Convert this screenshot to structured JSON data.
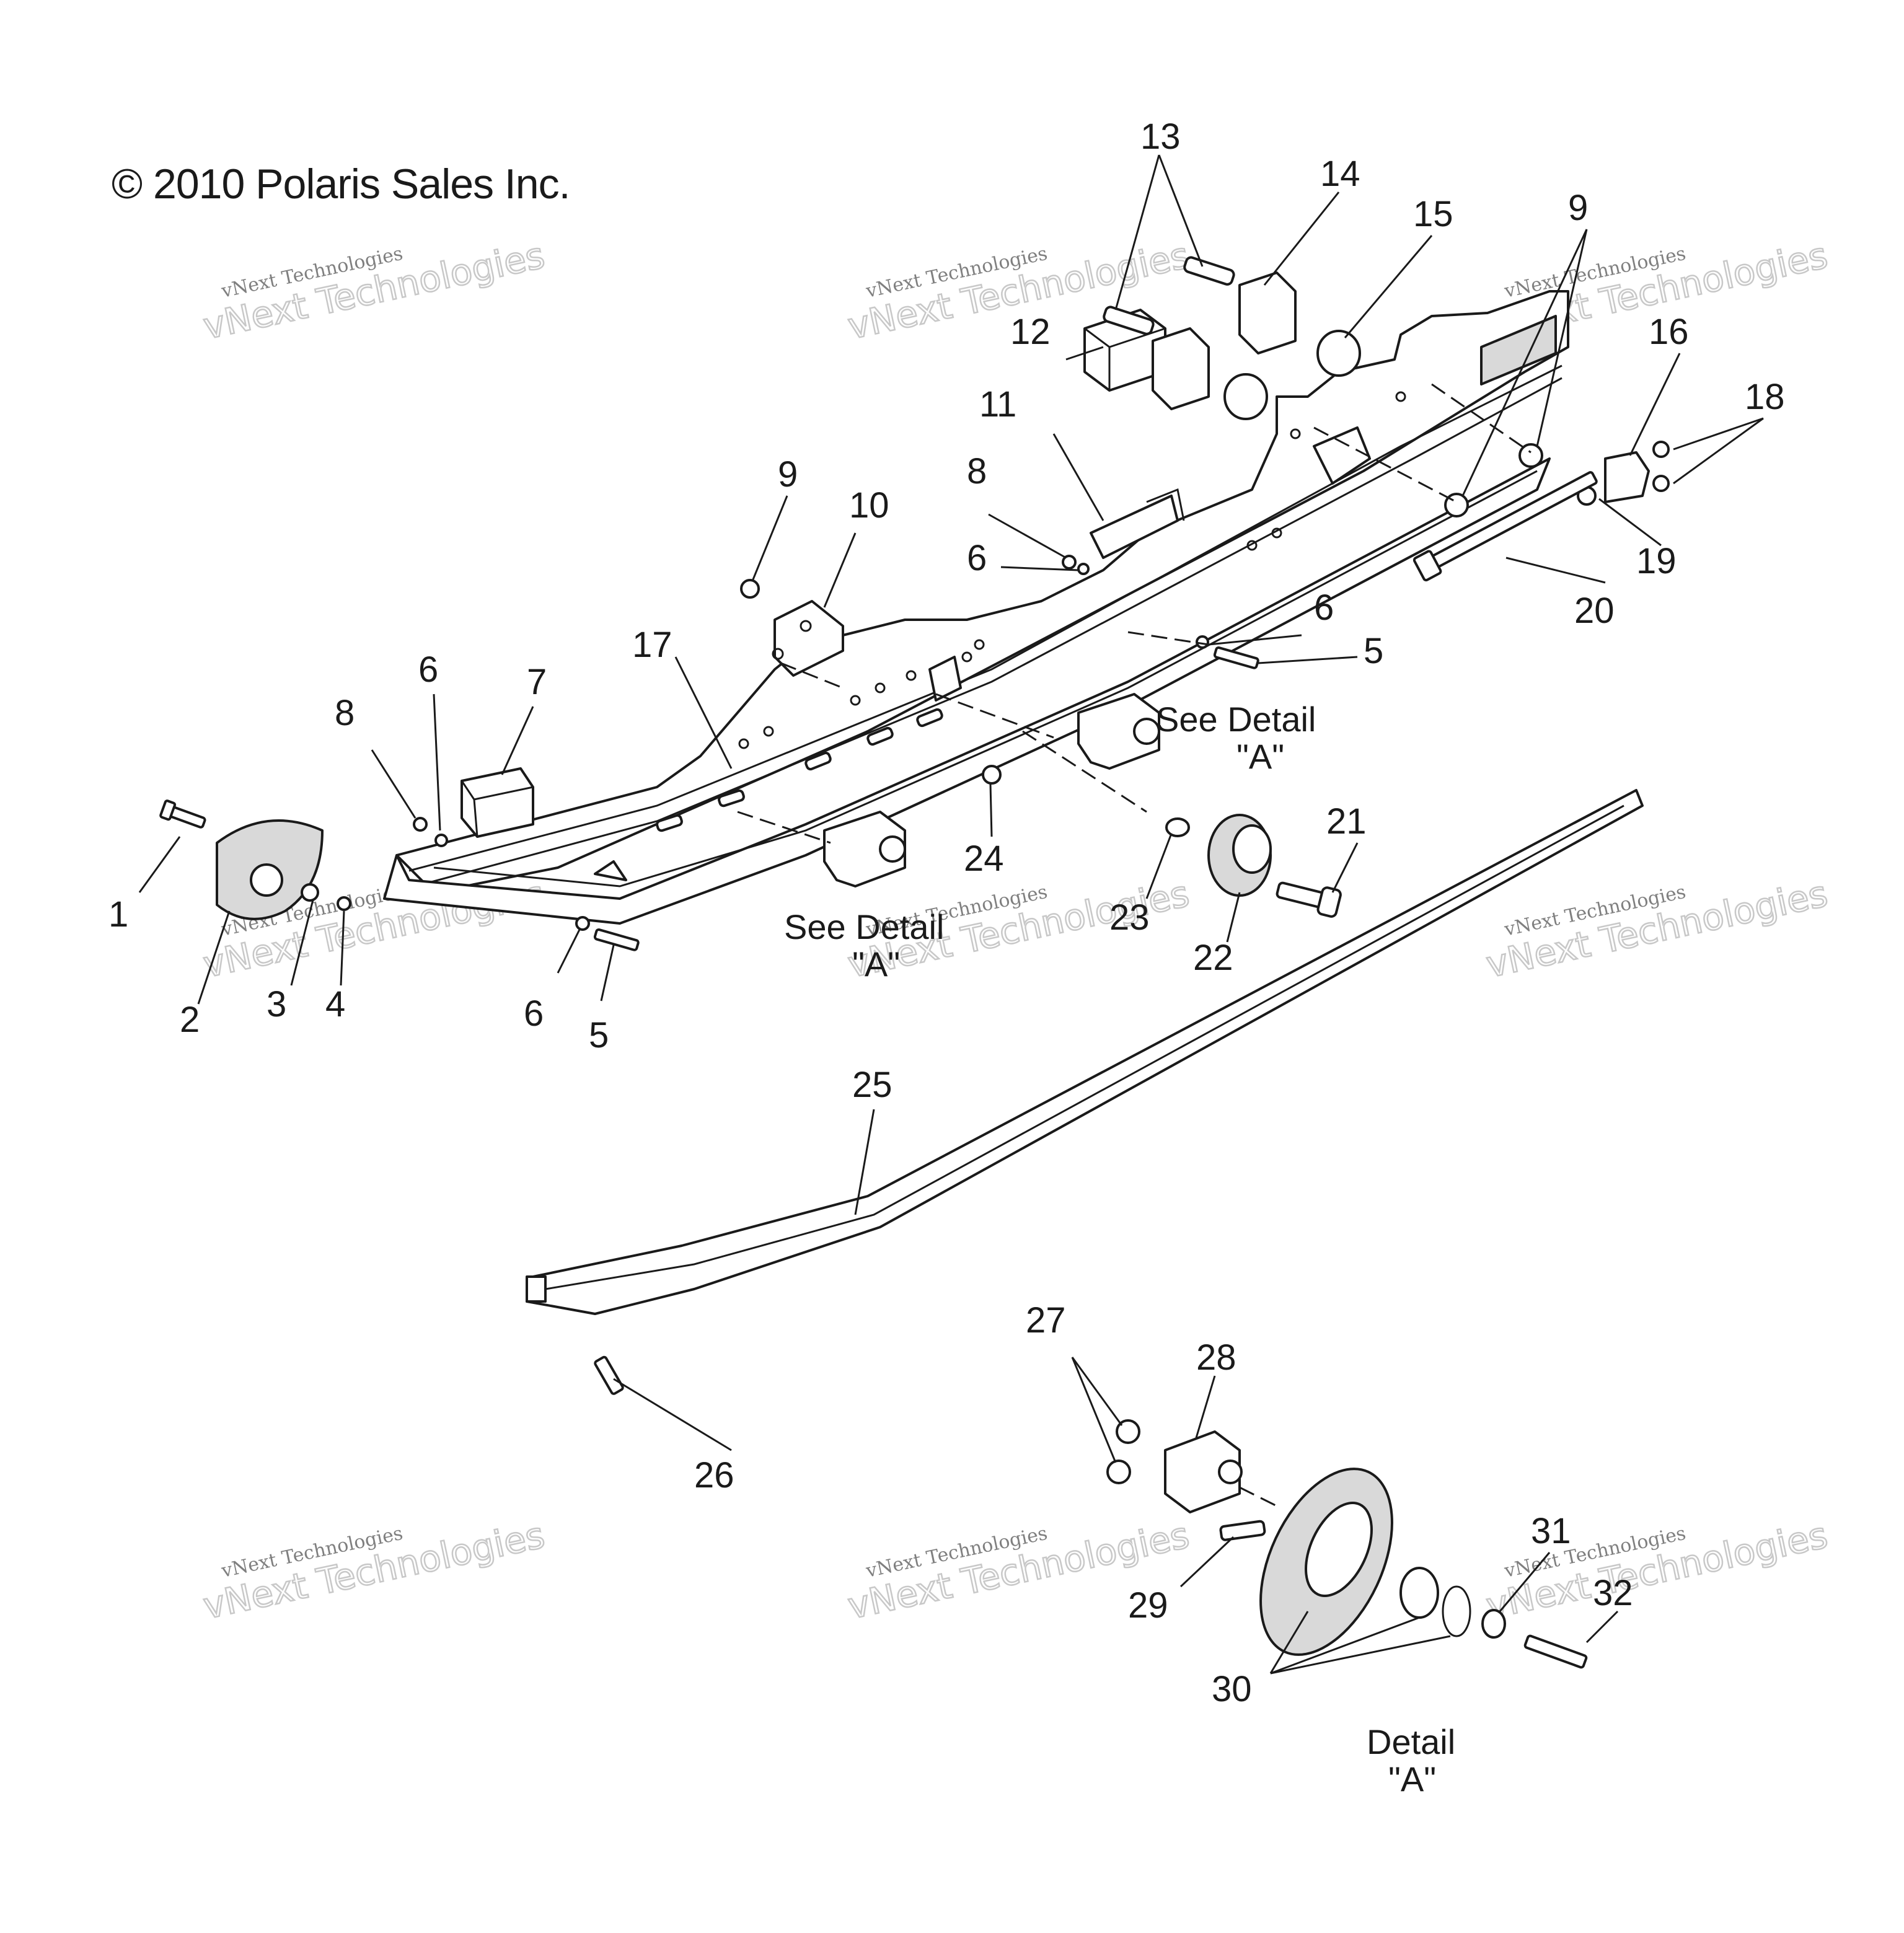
{
  "copyright": "© 2010 Polaris Sales Inc.",
  "watermark": {
    "line1": "vNext Technologies",
    "line2": "vNext Technologies"
  },
  "callouts": [
    {
      "id": "c1",
      "text": "1"
    },
    {
      "id": "c2",
      "text": "2"
    },
    {
      "id": "c3",
      "text": "3"
    },
    {
      "id": "c4",
      "text": "4"
    },
    {
      "id": "c5a",
      "text": "5"
    },
    {
      "id": "c5b",
      "text": "5"
    },
    {
      "id": "c6a",
      "text": "6"
    },
    {
      "id": "c6b",
      "text": "6"
    },
    {
      "id": "c6c",
      "text": "6"
    },
    {
      "id": "c6d",
      "text": "6"
    },
    {
      "id": "c7",
      "text": "7"
    },
    {
      "id": "c8a",
      "text": "8"
    },
    {
      "id": "c8b",
      "text": "8"
    },
    {
      "id": "c9a",
      "text": "9"
    },
    {
      "id": "c9b",
      "text": "9"
    },
    {
      "id": "c10",
      "text": "10"
    },
    {
      "id": "c11",
      "text": "11"
    },
    {
      "id": "c12",
      "text": "12"
    },
    {
      "id": "c13",
      "text": "13"
    },
    {
      "id": "c14",
      "text": "14"
    },
    {
      "id": "c15",
      "text": "15"
    },
    {
      "id": "c16",
      "text": "16"
    },
    {
      "id": "c17",
      "text": "17"
    },
    {
      "id": "c18",
      "text": "18"
    },
    {
      "id": "c19",
      "text": "19"
    },
    {
      "id": "c20",
      "text": "20"
    },
    {
      "id": "c21",
      "text": "21"
    },
    {
      "id": "c22",
      "text": "22"
    },
    {
      "id": "c23",
      "text": "23"
    },
    {
      "id": "c24",
      "text": "24"
    },
    {
      "id": "c25",
      "text": "25"
    },
    {
      "id": "c26",
      "text": "26"
    },
    {
      "id": "c27",
      "text": "27"
    },
    {
      "id": "c28",
      "text": "28"
    },
    {
      "id": "c29",
      "text": "29"
    },
    {
      "id": "c30",
      "text": "30"
    },
    {
      "id": "c31",
      "text": "31"
    },
    {
      "id": "c32",
      "text": "32"
    }
  ],
  "notes": {
    "see_detail_1_line1": "See Detail",
    "see_detail_1_line2": "\"A\"",
    "see_detail_2_line1": "See Detail",
    "see_detail_2_line2": "\"A\"",
    "detail_line1": "Detail",
    "detail_line2": "\"A\""
  }
}
